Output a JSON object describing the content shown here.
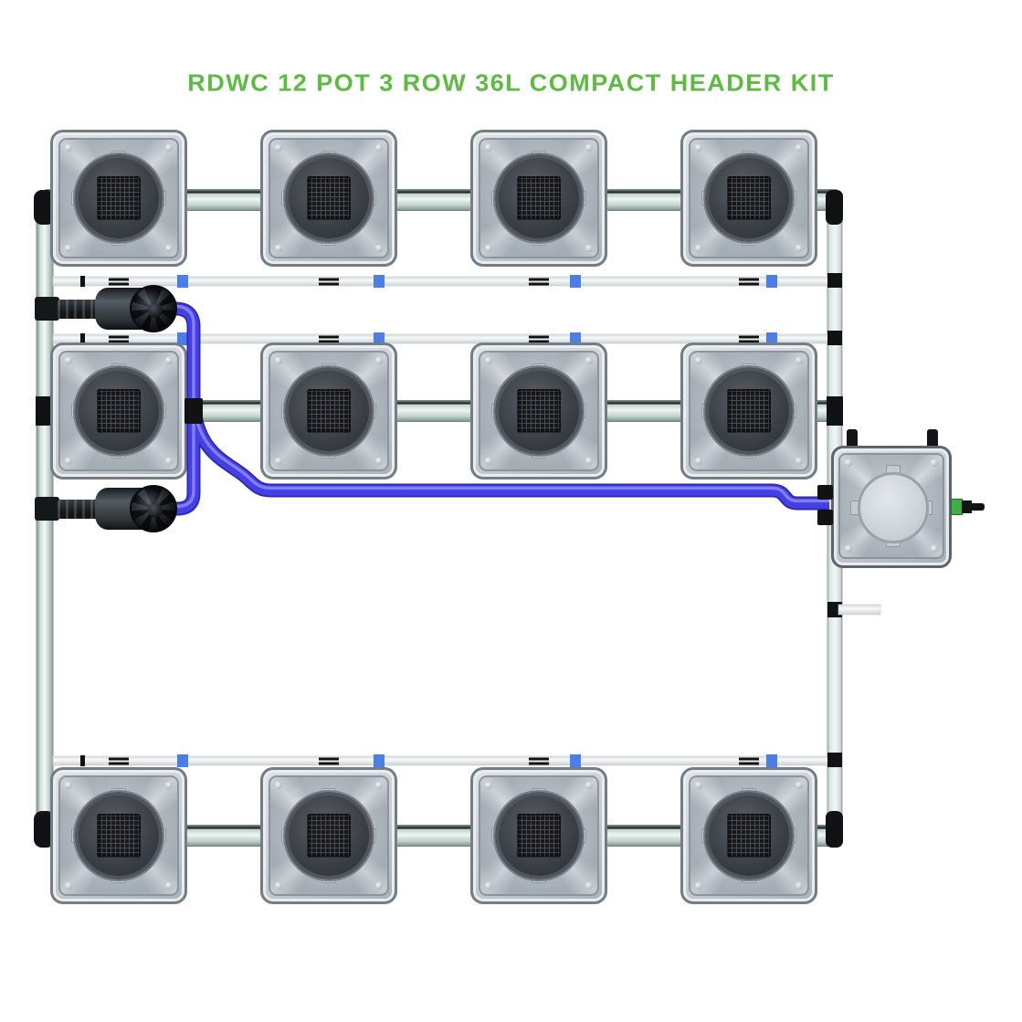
{
  "title": {
    "text": "RDWC 12 POT 3 ROW 36L COMPACT HEADER KIT"
  },
  "system": {
    "rows": 3,
    "pots_per_row": 4,
    "total_pots": 12,
    "pumps": 2,
    "header_tanks": 1,
    "pot_volume_label": "36L",
    "colors": {
      "accent_green": "#5cbb40",
      "tube_blue": "#4540e6",
      "tube_blue_dark": "#2d28b0",
      "tube_blue_light": "#8e8bf5",
      "clip_blue": "#4b7fe6",
      "pipe_gray_green": "#cdddd8",
      "white_pipe": "#f0f2f4",
      "pot_gray": "#c6cdd3",
      "black_fitting": "#141618",
      "valve_green": "#3fae44",
      "background": "#ffffff"
    }
  }
}
